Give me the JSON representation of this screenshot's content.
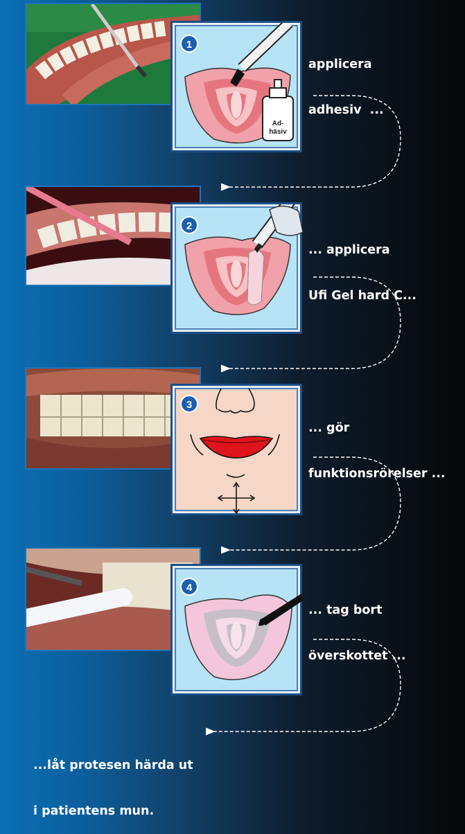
{
  "steps": [
    {
      "number": "1",
      "caption_lines": [
        "applicera",
        "adhesiv  ..."
      ],
      "bottle_label": [
        "Ad-",
        "häsiv"
      ]
    },
    {
      "number": "2",
      "caption_lines": [
        "... applicera",
        "Ufi Gel hard C..."
      ]
    },
    {
      "number": "3",
      "caption_lines": [
        "... gör",
        "funktionsrörelser ..."
      ]
    },
    {
      "number": "4",
      "caption_lines": [
        "... tag bort",
        "överskottet ..."
      ]
    }
  ],
  "final_caption_lines": [
    "...låt protesen härda ut",
    "i patientens mun."
  ],
  "colors": {
    "panel_blue": "#b7e3f6",
    "panel_skin": "#f6d6c6",
    "gum_pink": "#f1a1aa",
    "badge_blue": "#1a5fb0",
    "lips_red": "#e0141c"
  },
  "icons": [
    "brush-icon",
    "adhesive-bottle-icon",
    "gel-cartridge-icon",
    "face-icon",
    "movement-arrows-icon",
    "spatula-icon",
    "dashed-return-arrow-icon"
  ]
}
